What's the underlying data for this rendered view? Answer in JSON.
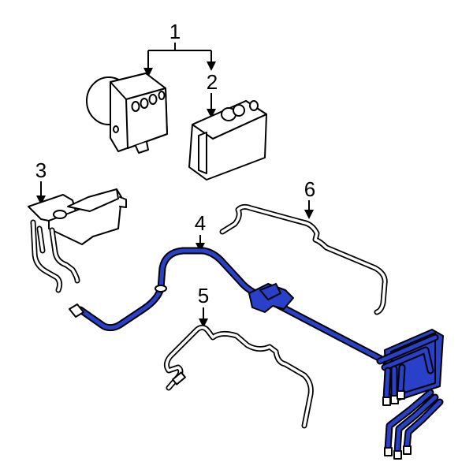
{
  "callouts": {
    "c1": "1",
    "c2": "2",
    "c3": "3",
    "c4": "4",
    "c5": "5",
    "c6": "6"
  },
  "colors": {
    "highlight": "#2940c8",
    "outline": "#000000",
    "background": "#ffffff"
  }
}
